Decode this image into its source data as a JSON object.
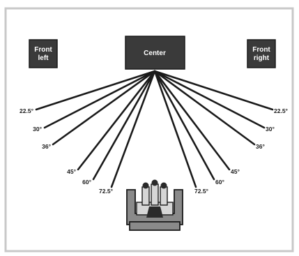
{
  "speakers": {
    "front_left": [
      "Front",
      "left"
    ],
    "center": [
      "Center"
    ],
    "front_right": [
      "Front",
      "right"
    ]
  },
  "angles_left": [
    "22.5°",
    "30°",
    "36°",
    "45°",
    "60°",
    "72.5°"
  ],
  "angles_right": [
    "22.5°",
    "30°",
    "36°",
    "45°",
    "60°",
    "72.5°"
  ],
  "icons": {
    "listener": "listener-couch-icon"
  },
  "colors": {
    "speaker_box": "#3a3a3a",
    "rays": "#1a1a1a",
    "frame": "#c8c8c8"
  }
}
